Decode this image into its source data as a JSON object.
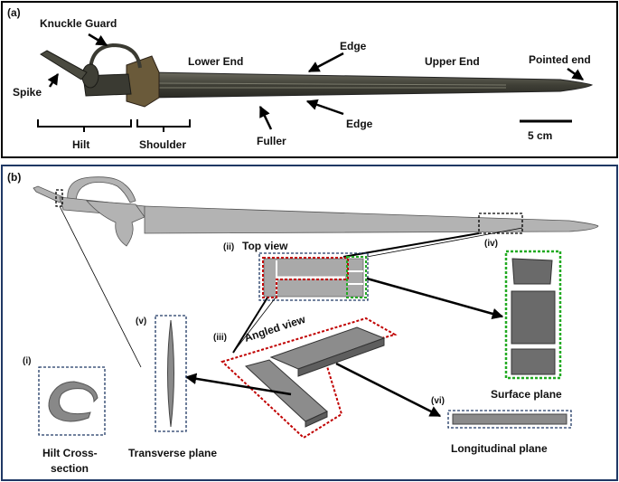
{
  "panel_a": {
    "label": "(a)",
    "annotations": {
      "knuckle_guard": "Knuckle Guard",
      "spike": "Spike",
      "lower_end": "Lower End",
      "edge_top": "Edge",
      "upper_end": "Upper End",
      "pointed_end": "Pointed end",
      "edge_bottom": "Edge",
      "fuller": "Fuller",
      "hilt": "Hilt",
      "shoulder": "Shoulder",
      "scale_bar": "5 cm"
    }
  },
  "panel_b": {
    "label": "(b)",
    "views": {
      "i": "(i)",
      "ii": "(ii)",
      "iii": "(iii)",
      "iv": "(iv)",
      "v": "(v)",
      "vi": "(vi)"
    },
    "captions": {
      "top_view": "Top view",
      "angled_view": "Angled view",
      "surface_plane": "Surface plane",
      "transverse_plane": "Transverse plane",
      "longitudinal_plane": "Longitudinal plane",
      "hilt_cross_section_line1": "Hilt Cross-",
      "hilt_cross_section_line2": "section"
    },
    "colors": {
      "frame": "#1f3864",
      "red_dash": "#c00000",
      "green_dash": "#22aa22",
      "navy_dash": "#1f3864",
      "silhouette": "#b3b3b3"
    }
  }
}
